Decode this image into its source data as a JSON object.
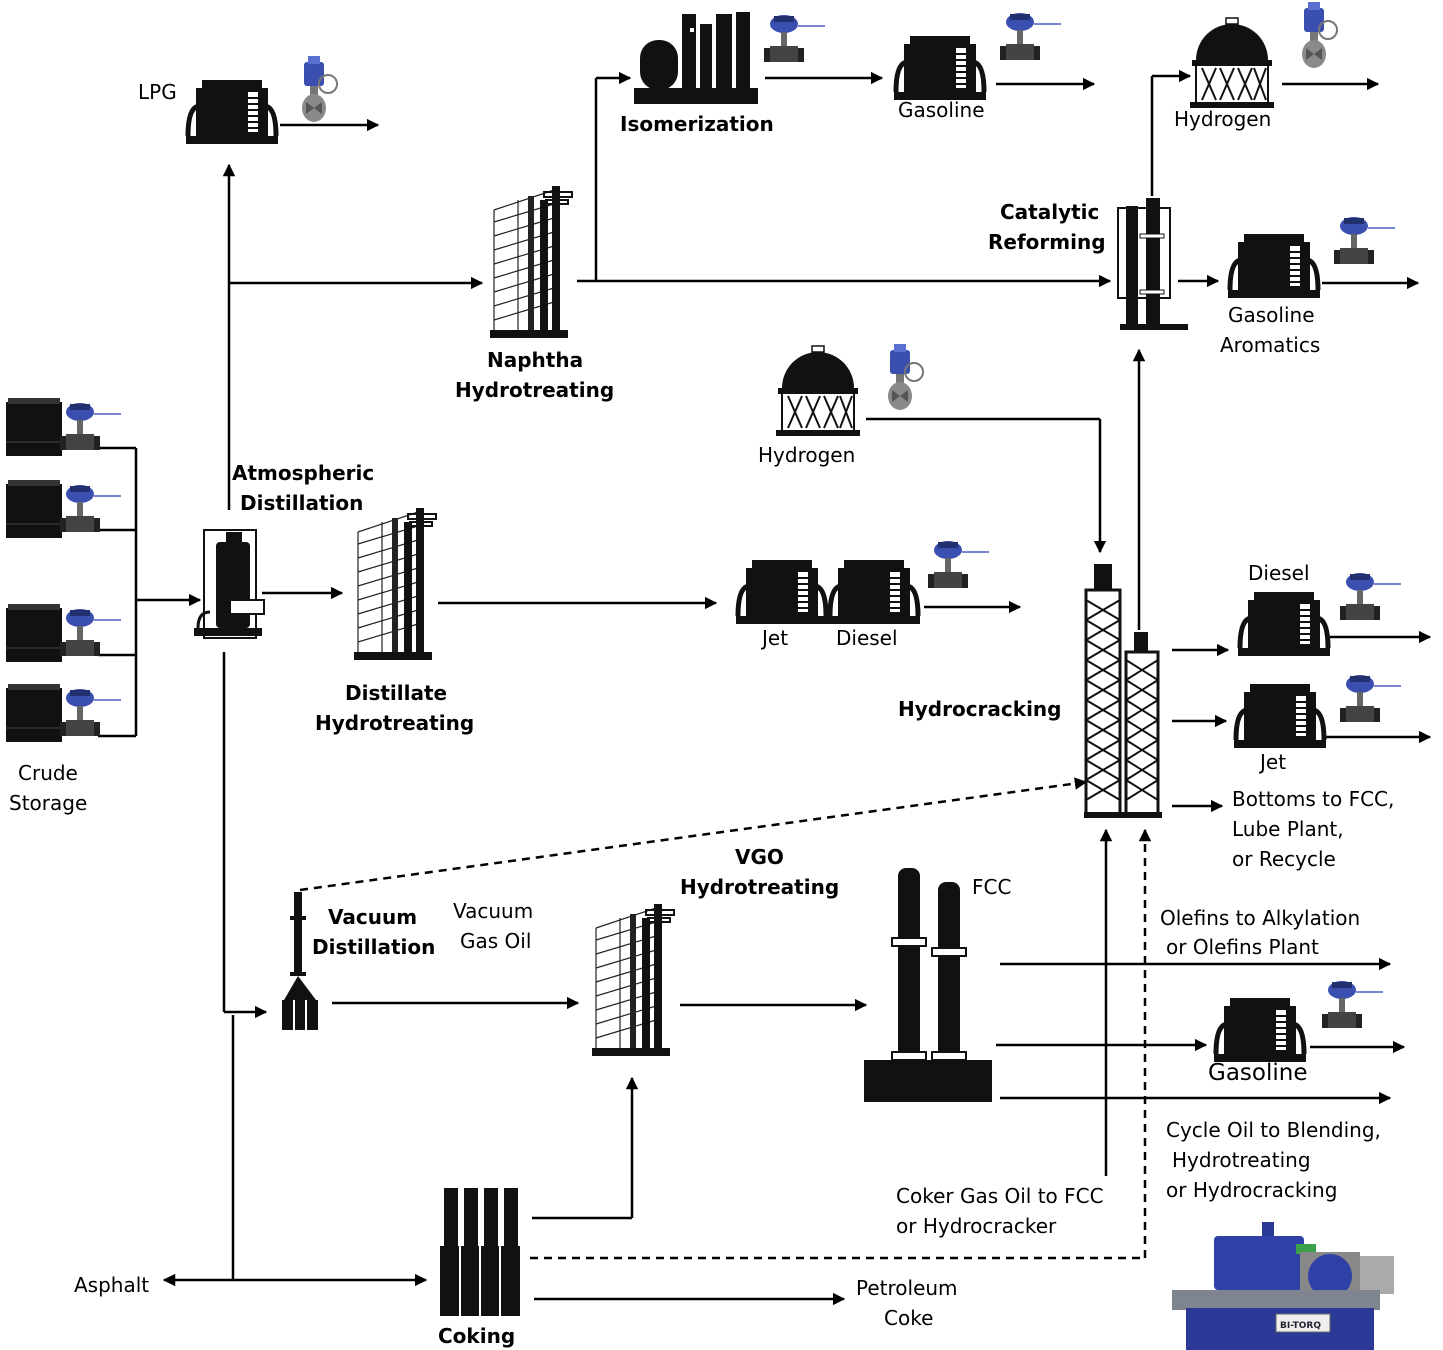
{
  "colors": {
    "line": "#000000",
    "equipment": "#111111",
    "valve_actuator": "#3a4fb0",
    "background": "#ffffff",
    "actuator_body": "#2a3a96",
    "actuator_frame": "#7f8590"
  },
  "labels": {
    "lpg": "LPG",
    "isomerization": "Isomerization",
    "gasoline_top": "Gasoline",
    "hydrogen_top": "Hydrogen",
    "catalytic_reforming": [
      "Catalytic",
      "Reforming"
    ],
    "gasoline_aromatics": [
      "Gasoline",
      "Aromatics"
    ],
    "naphtha_hydrotreating": [
      "Naphtha",
      "Hydrotreating"
    ],
    "hydrogen_mid": "Hydrogen",
    "atmospheric_distillation": [
      "Atmospheric",
      "Distillation"
    ],
    "distillate_hydrotreating": [
      "Distillate",
      "Hydrotreating"
    ],
    "jet_mid": "Jet",
    "diesel_mid": "Diesel",
    "diesel_right": "Diesel",
    "jet_right": "Jet",
    "hydrocracking": "Hydrocracking",
    "bottoms": [
      "Bottoms to FCC,",
      "Lube Plant,",
      "or Recycle"
    ],
    "crude_storage": [
      "Crude",
      "Storage"
    ],
    "vacuum_distillation": [
      "Vacuum",
      "Distillation"
    ],
    "vacuum_gas_oil": [
      "Vacuum",
      "Gas Oil"
    ],
    "vgo_hydrotreating": [
      "VGO",
      "Hydrotreating"
    ],
    "fcc": "FCC",
    "olefins": [
      "Olefins to Alkylation",
      "or Olefins Plant"
    ],
    "gasoline_bottom": "Gasoline",
    "cycle_oil": [
      "Cycle Oil to Blending,",
      "Hydrotreating",
      "or Hydrocracking"
    ],
    "coker_gas_oil": [
      "Coker Gas Oil to FCC",
      "or Hydrocracker"
    ],
    "asphalt": "Asphalt",
    "coking": "Coking",
    "petroleum_coke": [
      "Petroleum",
      "Coke"
    ],
    "brand_plate": "BI-TORQ"
  },
  "icons": [
    "storage-tank-icon",
    "control-valve-icon",
    "distillation-column-icon",
    "hydrotreater-icon",
    "hydrogen-sphere-icon",
    "reformer-icon",
    "hydrocracker-icon",
    "fcc-unit-icon",
    "coker-icon",
    "isomerization-unit-icon",
    "vacuum-column-icon",
    "valve-actuator-photo-icon"
  ]
}
